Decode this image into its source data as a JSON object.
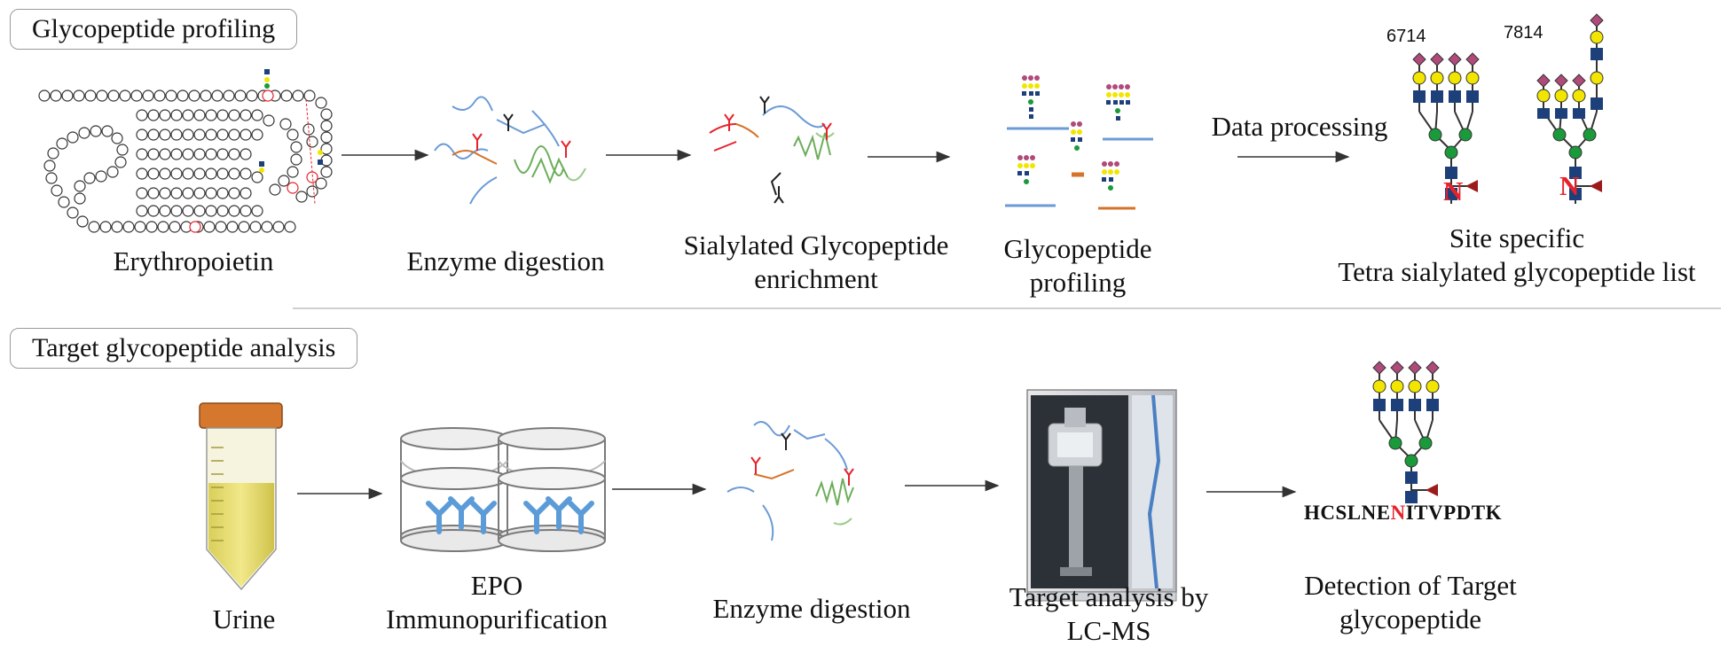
{
  "sections": {
    "profiling": {
      "title": "Glycopeptide profiling"
    },
    "target": {
      "title": "Target glycopeptide analysis"
    }
  },
  "top_row": {
    "erythropoietin": "Erythropoietin",
    "enzyme_digestion": "Enzyme digestion",
    "sialylated_line1": "Sialylated Glycopeptide",
    "sialylated_line2": "enrichment",
    "profiling_line1": "Glycopeptide",
    "profiling_line2": "profiling",
    "data_processing": "Data processing",
    "glycan_id_1": "6714",
    "glycan_id_2": "7814",
    "site_n_1": "N",
    "site_n_2": "N",
    "site_specific_line1": "Site specific",
    "site_specific_line2": "Tetra sialylated glycopeptide list"
  },
  "bottom_row": {
    "urine": "Urine",
    "epo_line1": "EPO",
    "epo_line2": "Immunopurification",
    "enzyme_digestion": "Enzyme digestion",
    "lcms_line1": "Target analysis by",
    "lcms_line2": "LC-MS",
    "peptide_prefix": "HCSLNE",
    "peptide_site": "N",
    "peptide_suffix": "ITVPDTK",
    "detection_line1": "Detection of Target",
    "detection_line2": "glycopeptide"
  },
  "colors": {
    "sialic_acid": "#b04a7a",
    "galactose": "#f2e600",
    "glcnac": "#1d3f7a",
    "mannose": "#1a9a3a",
    "fucose": "#9c1a1a",
    "site_red": "#e6232b",
    "spectrum_blue": "#6b9bd6",
    "spectrum_orange": "#d4732a"
  }
}
